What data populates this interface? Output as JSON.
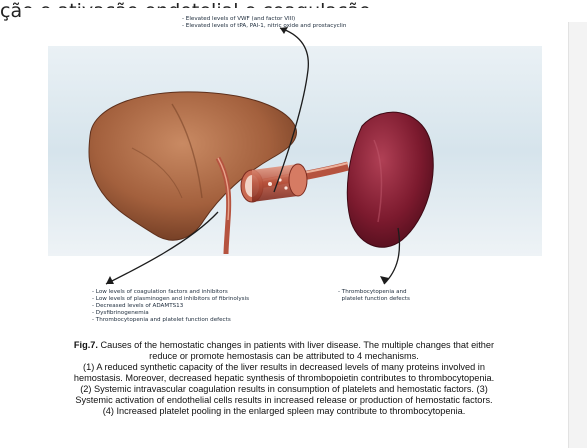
{
  "top_strip": {
    "text": "ção e ativação endotelial e coagulação"
  },
  "figure": {
    "elevated_annotation": [
      "- Elevated levels of VWF (and factor VIII)",
      "- Elevated levels of tPA, PAI-1, nitric oxide and prostacyclin"
    ],
    "liver_annotation": [
      "- Low levels of coagulation factors and inhibitors",
      "- Low levels of plasminogen and inhibitors of fibrinolysis",
      "- Decreased levels of ADAMTS13",
      "- Dysfibrinogenemia",
      "- Thrombocytopenia and platelet function defects"
    ],
    "spleen_annotation": [
      "- Thrombocytopenia and",
      "  platelet function defects"
    ]
  },
  "caption": {
    "label": "Fig.7.",
    "line1": " Causes of the hemostatic changes in patients with liver disease. The multiple changes that either",
    "line2": "reduce or promote hemostasis can be attributed to 4 mechanisms.",
    "line3": "(1) A reduced synthetic capacity of the liver results in decreased levels of many proteins involved in",
    "line4": "hemostasis. Moreover, decreased hepatic synthesis of thrombopoietin contributes to thrombocytopenia.",
    "line5": "(2) Systemic intravascular coagulation results in consumption of platelets and hemostatic factors. (3)",
    "line6": "Systemic activation of endothelial cells results in increased release or production of hemostatic factors.",
    "line7": "(4) Increased platelet pooling in the enlarged spleen may contribute to thrombocytopenia."
  },
  "colors": {
    "background_panel": "#dde8ee",
    "liver": "#9a5a3a",
    "spleen": "#7a1a2c",
    "vessel": "#b5533f"
  }
}
